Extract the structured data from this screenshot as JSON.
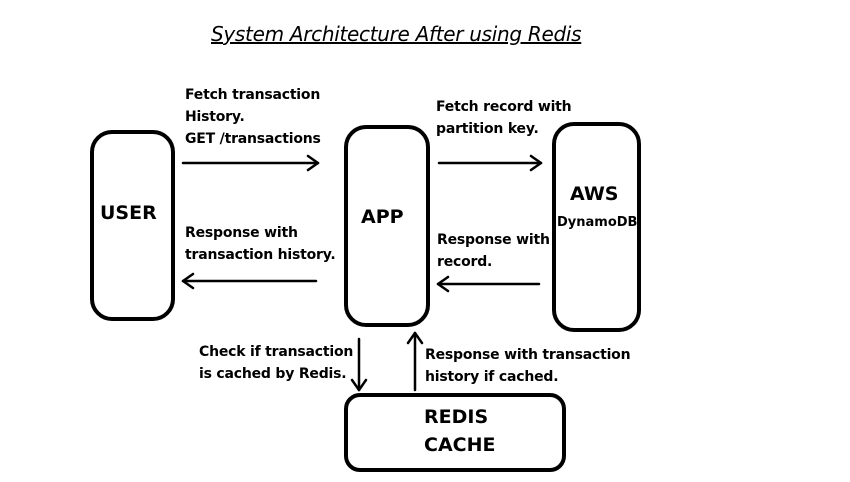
{
  "title": "System Architecture After using Redis",
  "nodes": {
    "user": {
      "label": "USER"
    },
    "app": {
      "label": "APP"
    },
    "aws": {
      "label": "AWS",
      "sublabel": "DynamoDB"
    },
    "redis": {
      "label_line1": "REDIS",
      "label_line2": "CACHE"
    }
  },
  "edges": {
    "user_to_app": {
      "lines": [
        "Fetch transaction",
        "History.",
        "GET /transactions"
      ]
    },
    "app_to_user": {
      "lines": [
        "Response with",
        "transaction history."
      ]
    },
    "app_to_aws": {
      "lines": [
        "Fetch record with",
        "partition key."
      ]
    },
    "aws_to_app": {
      "lines": [
        "Response with",
        "record."
      ]
    },
    "app_to_redis": {
      "lines": [
        "Check if transaction",
        "is cached by Redis."
      ]
    },
    "redis_to_app": {
      "lines": [
        "Response with transaction",
        "history if cached."
      ]
    }
  }
}
